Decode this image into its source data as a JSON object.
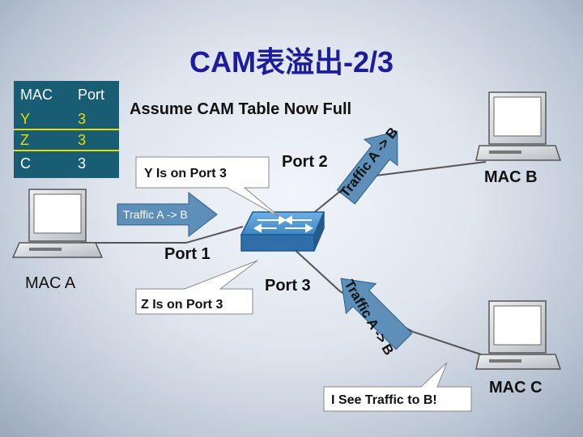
{
  "title": "CAM表溢出-2/3",
  "cam_table": {
    "headers": [
      "MAC",
      "Port"
    ],
    "rows": [
      {
        "mac": "Y",
        "port": "3"
      },
      {
        "mac": "Z",
        "port": "3"
      },
      {
        "mac": "C",
        "port": "3"
      }
    ]
  },
  "heading": "Assume CAM Table Now Full",
  "callouts": {
    "y_on_port3": "Y Is on Port 3",
    "z_on_port3": "Z Is on Port 3",
    "i_see": "I See Traffic to B!"
  },
  "ports": {
    "port1": "Port 1",
    "port2": "Port 2",
    "port3": "Port 3"
  },
  "hosts": {
    "mac_a": "MAC A",
    "mac_b": "MAC B",
    "mac_c": "MAC C"
  },
  "traffic": {
    "left": "Traffic A -> B",
    "upper": "Traffic A -> B",
    "lower": "Traffic A -> B"
  },
  "colors": {
    "title": "#1c1c9c",
    "table_bg": "#185d74",
    "table_dim_text": "#e1e000",
    "arrow_fill": "#5d8fb8",
    "switch": "#3f86c3"
  }
}
